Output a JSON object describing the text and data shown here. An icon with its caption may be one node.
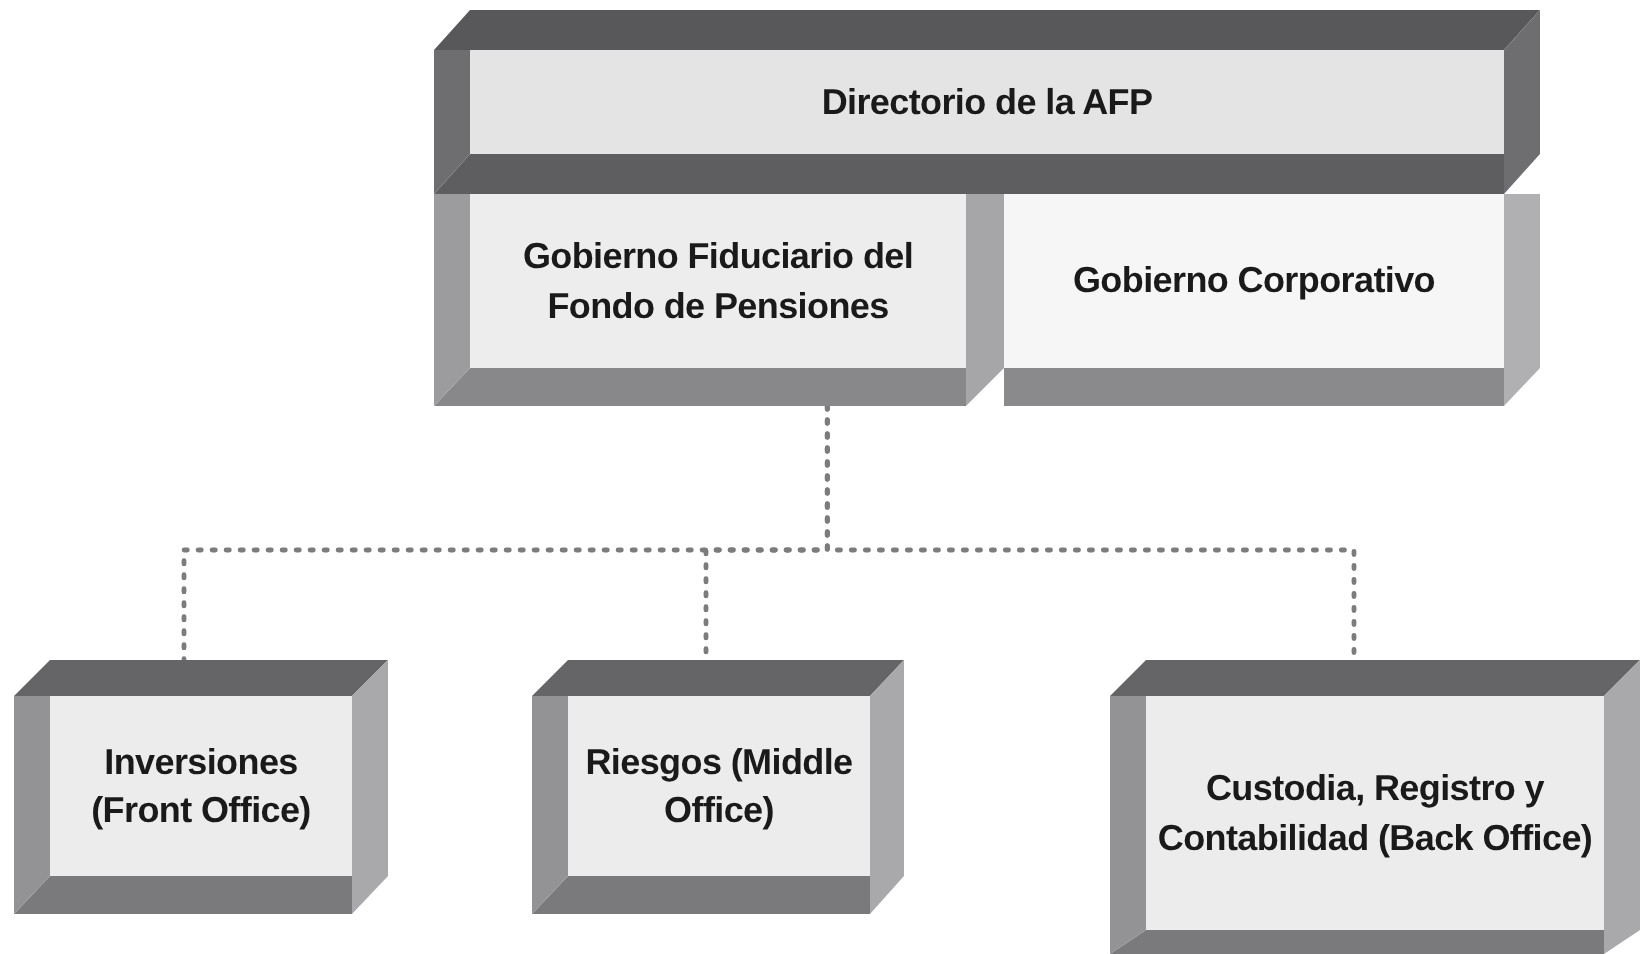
{
  "diagram": {
    "nodes": [
      {
        "text": [
          "Directorio de la AFP"
        ]
      },
      {
        "text": [
          "Gobierno Fiduciario del Fondo de Pensiones"
        ]
      },
      {
        "text": [
          "Gobierno Corporativo"
        ]
      },
      {
        "text": [
          "Inversiones (Front Office)"
        ]
      },
      {
        "text": [
          "Riesgos (Middle Office)"
        ]
      },
      {
        "text": [
          "Custodia, Registro y Contabilidad (Back Office)"
        ]
      }
    ],
    "edges": [
      {
        "from": 1,
        "to": 3,
        "arrow": "none",
        "style": "dashed"
      },
      {
        "from": 1,
        "to": 4,
        "arrow": "none",
        "style": "dashed"
      },
      {
        "from": 1,
        "to": 5,
        "arrow": "none",
        "style": "dashed"
      }
    ]
  }
}
